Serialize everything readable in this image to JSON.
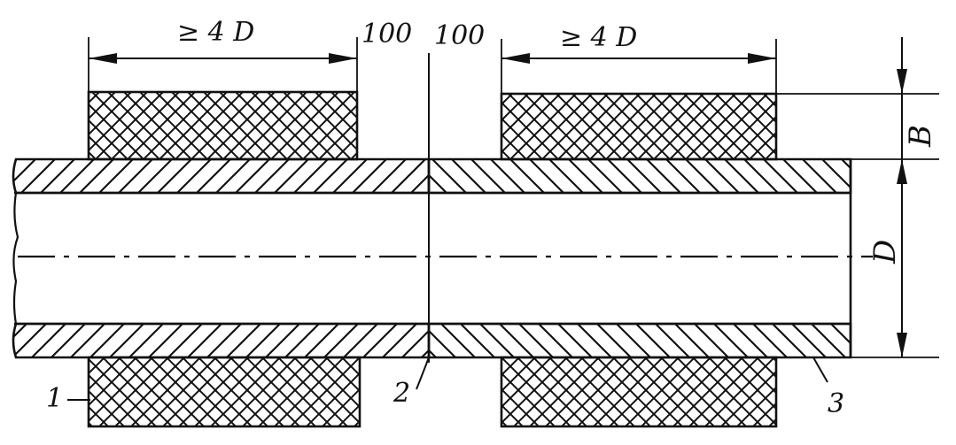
{
  "dimensions": {
    "left_length": "≥ 4 D",
    "left_gap": "100",
    "right_gap": "100",
    "right_length": "≥ 4 D",
    "insulation_thickness": "B",
    "pipe_diameter": "D"
  },
  "callouts": {
    "one": "1",
    "two": "2",
    "three": "3"
  },
  "colors": {
    "ink": "#111111",
    "paper": "#ffffff"
  }
}
